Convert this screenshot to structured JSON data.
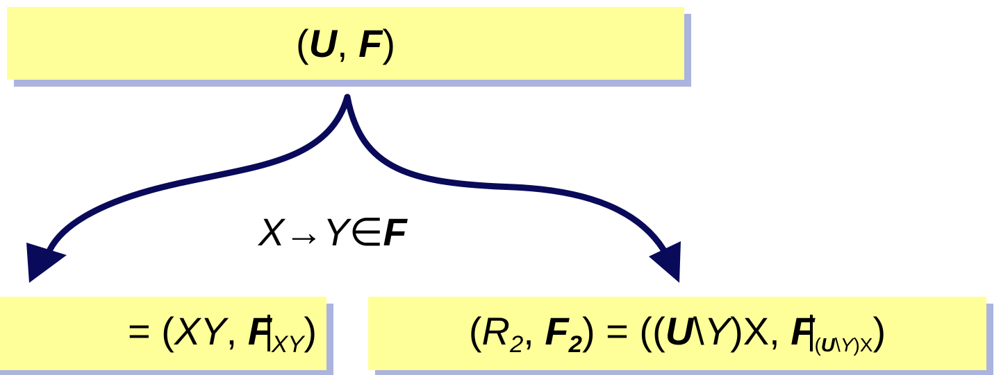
{
  "diagram": {
    "root": {
      "open": "(",
      "U": "U",
      "comma": ", ",
      "F": "F",
      "close": ")"
    },
    "edge_label": {
      "X": "X",
      "arrow": "→",
      "Y": "Y",
      "in": "∈",
      "F": "F"
    },
    "left": {
      "prefix": "= (",
      "XY": "XY",
      "comma": ", ",
      "F": "F",
      "restrict_sub": "XY",
      "close": ")"
    },
    "right": {
      "open": "(",
      "R": "R",
      "R_sub": "2",
      "comma1": ", ",
      "F": "F",
      "F_sub": "2",
      "mid": ") = ((",
      "U": "U",
      "minus": "\\",
      "Y": "Y",
      "after_y": ")X, ",
      "F2": "F",
      "restrict_open": "(",
      "restrict_U": "U",
      "restrict_minus": "\\",
      "restrict_Y": "Y",
      "restrict_close": ")X",
      "close": ")"
    },
    "colors": {
      "box_fill": "#ffff99",
      "box_shadow": "#aab4de",
      "arrow": "#0a0a5a"
    }
  }
}
